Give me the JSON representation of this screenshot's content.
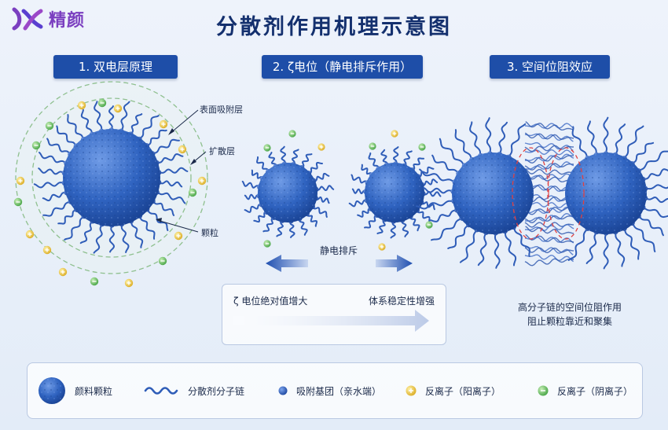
{
  "logo": {
    "text": "精颜"
  },
  "title": "分散剂作用机理示意图",
  "sections": [
    {
      "label": "1. 双电层原理"
    },
    {
      "label": "2. ζ电位（静电排斥作用）"
    },
    {
      "label": "3. 空间位阻效应"
    }
  ],
  "panel1": {
    "labels": {
      "surface_layer": "表面吸附层",
      "diffuse_layer": "扩散层",
      "particle": "颗粒"
    }
  },
  "panel2": {
    "repulsion_label": "静电排斥",
    "zeta_box": {
      "left_text": "ζ 电位绝对值增大",
      "right_text": "体系稳定性增强"
    }
  },
  "panel3": {
    "caption_line1": "高分子链的空间位阻作用",
    "caption_line2": "阻止颗粒靠近和聚集"
  },
  "legend": {
    "items": [
      {
        "label": "颜料颗粒",
        "icon": "pigment-particle-icon"
      },
      {
        "label": "分散剂分子链",
        "icon": "polymer-chain-icon"
      },
      {
        "label": "吸附基团（亲水端）",
        "icon": "adsorption-group-icon"
      },
      {
        "label": "反离子（阳离子）",
        "icon": "cation-icon"
      },
      {
        "label": "反离子（阴离子）",
        "icon": "anion-icon"
      }
    ]
  },
  "colors": {
    "particle": "#2f63c0",
    "chain": "#2f5db8",
    "cation": "#e8c23a",
    "anion": "#5bbf5b",
    "header_bg": "#1e4ea8",
    "logo": "#7b3fc0"
  }
}
